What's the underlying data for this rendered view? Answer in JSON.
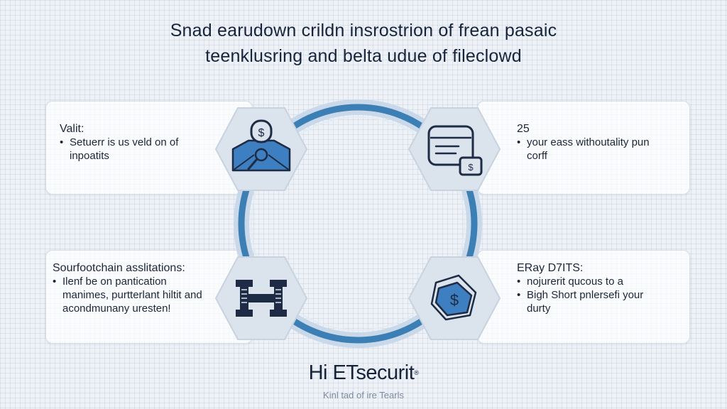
{
  "title": {
    "line1": "Snad earudown crildn insrostrion of frean pasaic",
    "line2": "teenklusring and belta udue of fileclowd"
  },
  "cards": {
    "top_left": {
      "heading": "Valit:",
      "bullets": [
        "Setuerr is us veld on of inpoatits"
      ]
    },
    "top_right": {
      "heading": "25",
      "bullets": [
        "your eass withoutality pun corff"
      ]
    },
    "bottom_left": {
      "heading": "Sourfootchain asslitations:",
      "bullets": [
        "Ilenf be on panticat​ion manimes, purtterlant hiltit and acondmunany uresten!"
      ]
    },
    "bottom_right": {
      "heading": "ERay D7ITS:",
      "bullets": [
        "nojurerit qucous to a",
        "Bigh Short pnlersefi your durty"
      ]
    }
  },
  "icons": {
    "top_left": "dollar-lock-envelope-icon",
    "top_right": "database-display-icon",
    "bottom_left": "h-letter-icon",
    "bottom_right": "dollar-shield-icon"
  },
  "brand": {
    "name": "Hi ETsecurit",
    "mark": "®",
    "tagline": "Kinl tad of ire Tearls"
  },
  "colors": {
    "ring": "#3b7fb4",
    "ring_light": "#c9d9ea",
    "hex_fill": "#dbe3ec",
    "icon_blue": "#3d7fc0",
    "icon_dark": "#1d2b44"
  }
}
